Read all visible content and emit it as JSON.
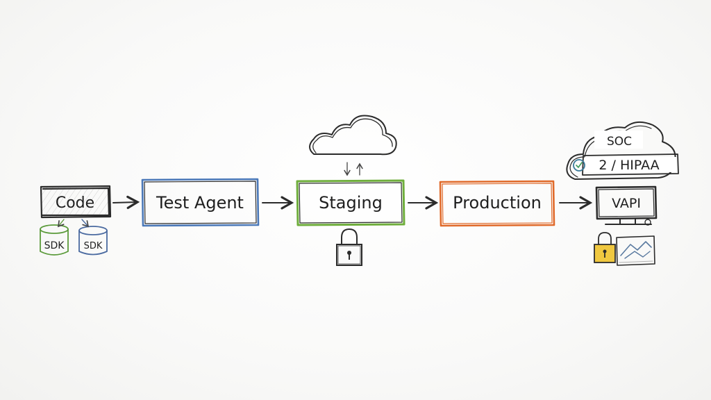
{
  "nodes": {
    "code": {
      "label": "Code",
      "color": "#2b2b2b"
    },
    "test_agent": {
      "label": "Test Agent",
      "color": "#4a78b8"
    },
    "staging": {
      "label": "Staging",
      "color": "#6fae3c"
    },
    "production": {
      "label": "Production",
      "color": "#e06a2a"
    },
    "vapi": {
      "label": "VAPI",
      "color": "#2b2b2b"
    }
  },
  "sdk_badges": [
    {
      "label": "SDK",
      "color": "#5a9a3a"
    },
    {
      "label": "SDK",
      "color": "#4a6aa0"
    }
  ],
  "compliance": {
    "line1": "SOC",
    "line2": "2 / HIPAA"
  },
  "icons": {
    "cloud": "cloud-icon",
    "lock": "lock-icon",
    "monitor": "monitor-icon",
    "handshake": "handshake-icon",
    "database": "database-icon"
  },
  "accent_colors": {
    "ink": "#2b2b2b",
    "lock_yellow": "#e8b830",
    "hatch": "#9a9a9a"
  }
}
